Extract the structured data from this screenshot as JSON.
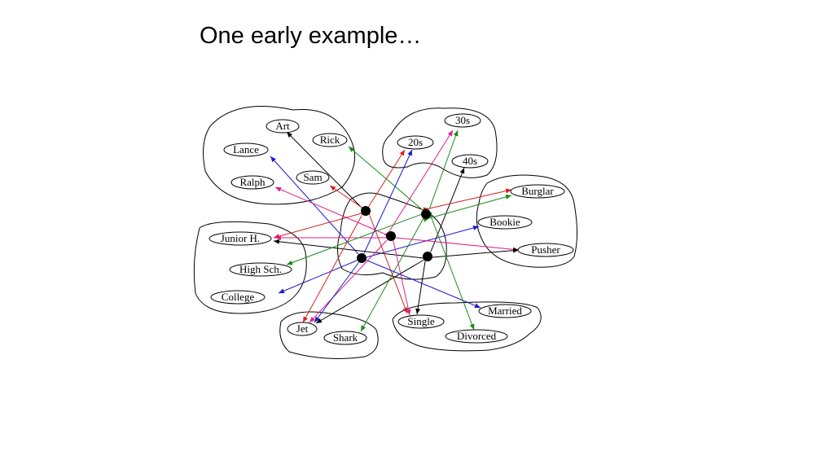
{
  "slide": {
    "title": "One early example…"
  },
  "colors": {
    "red": "#d42020",
    "green": "#1a8a1a",
    "blue": "#1a1ad0",
    "magenta": "#e0208a",
    "black": "#000000"
  },
  "diagram": {
    "groups": {
      "names_top": [
        "Art",
        "Rick",
        "Lance",
        "Sam",
        "Ralph"
      ],
      "ages": [
        "30s",
        "20s",
        "40s"
      ],
      "occupations": [
        "Burglar",
        "Bookie",
        "Pusher"
      ],
      "education": [
        "Junior H.",
        "High Sch.",
        "College"
      ],
      "gangs": [
        "Jet",
        "Shark"
      ],
      "marital": [
        "Single",
        "Married",
        "Divorced"
      ]
    }
  }
}
